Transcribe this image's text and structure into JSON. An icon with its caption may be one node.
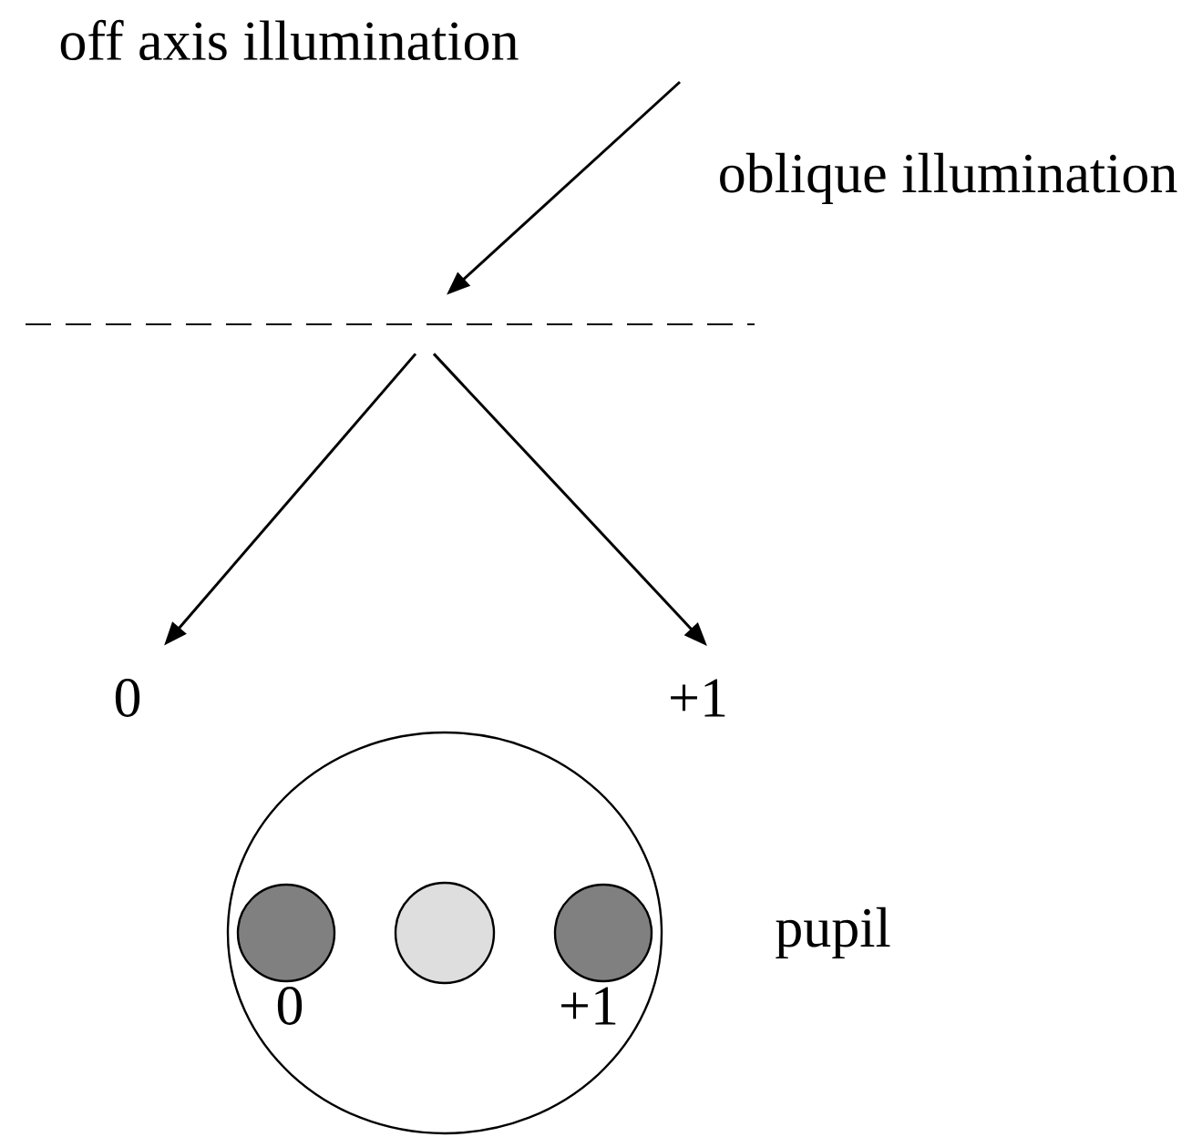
{
  "diagram": {
    "nodes": [
      {
        "text": [],
        "shape": "line"
      },
      {
        "text": [
          "0"
        ]
      },
      {
        "text": [
          "+1"
        ]
      },
      {
        "text": [],
        "shape": "circle",
        "beside": [
          "pupil"
        ]
      },
      {
        "text": [],
        "shape": "circle",
        "in": 3,
        "beside": [
          "0"
        ]
      },
      {
        "text": [],
        "shape": "circle",
        "in": 3
      },
      {
        "text": [],
        "shape": "circle",
        "in": 3,
        "beside": [
          "+1"
        ]
      }
    ],
    "edges": [
      {
        "from": null,
        "to": 0,
        "arrow": "to",
        "label": "oblique illumination"
      },
      {
        "from": 0,
        "to": 1,
        "arrow": "to"
      },
      {
        "from": 0,
        "to": 2,
        "arrow": "to"
      }
    ],
    "labels": [
      "off axis illumination"
    ]
  }
}
